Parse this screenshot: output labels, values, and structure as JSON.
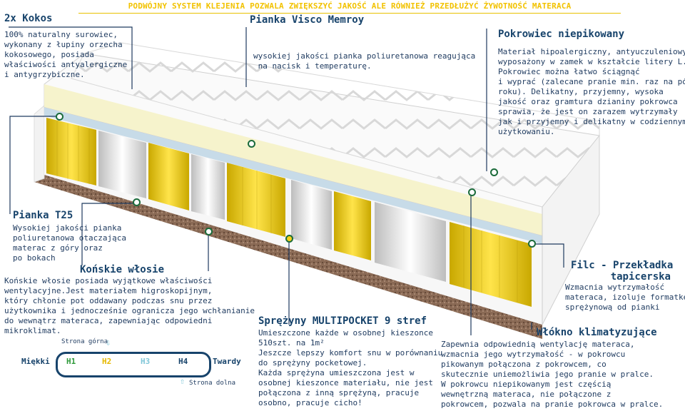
{
  "banner": "PODWÓJNY SYSTEM KLEJENIA POZWALA ZWIĘKSZYĆ JAKOŚĆ ALE RÓWNIEŻ PRZEDŁUŻYĆ ŻYWOTNOŚĆ MATERACA",
  "kokos": {
    "title": "2x Kokos",
    "lines": [
      "100% naturalny surowiec,",
      "wykonany z łupiny orzecha",
      "kokosowego, posiada",
      "właściwości antyalergiczne",
      "i antygrzybiczne."
    ]
  },
  "visco": {
    "title": "Pianka Visco Memroy",
    "lines": [
      "wysokiej jakości pianka poliuretanowa reagująca",
      " na nacisk i temperaturę."
    ]
  },
  "pokrowiec": {
    "title": "Pokrowiec niepikowany",
    "lines": [
      "Materiał hipoalergiczny, antyuczuleniowy,",
      "wyposażony w zamek w kształcie litery L.",
      "Pokrowiec można łatwo ściągnąć",
      "i wyprać (zalecane pranie min. raz na pół",
      "roku). Delikatny, przyjemny, wysoka",
      "jakość oraz gramtura dzianiny pokrowca",
      "sprawia, że jest on zarazem wytrzymały",
      "jak i przyjemny i delikatny w codziennym",
      "użytkowaniu."
    ]
  },
  "t25": {
    "title": "Pianka T25",
    "lines": [
      "Wysokiej jakości pianka",
      "poliuretanowa otaczająca",
      "materac z góry oraz",
      "po bokach"
    ]
  },
  "wlosie": {
    "title": "Końskie włosie",
    "lines": [
      "Końskie włosie posiada wyjątkowe właściwości",
      "wentylacyjne.Jest materiałem higroskopijnym,",
      "który chłonie pot oddawany podczas snu przez",
      "użytkownika i jednocześnie ogranicza jego wchłanianie",
      "do wewnątrz materaca, zapewniając odpowiedni",
      "mikroklimat."
    ]
  },
  "sprezyny": {
    "title": "Sprężyny MULTIPOCKET 9 stref",
    "lines": [
      "Umieszczone każde w osobnej kieszonce",
      "510szt. na 1m²",
      "Jeszcze lepszy komfort snu w porównaniu",
      "do sprężyny pocketowej.",
      "Każda sprężyna umieszczona jest w",
      "osobnej kieszonce materiału, nie jest",
      "połączona z inną sprężyną, pracuje",
      "osobno, pracuje cicho!"
    ]
  },
  "filc": {
    "title_line1": "Filc - Przekładka",
    "title_line2": "tapicerska",
    "lines": [
      "Wzmacnia wytrzymałość",
      "materaca, izoluje formatkę",
      "sprężynową od pianki"
    ]
  },
  "wlokno": {
    "title": "Włókno klimatyzujące",
    "lines": [
      "Zapewnia odpowiednią wentylację materaca,",
      "wzmacnia jego wytrzymałość - w pokrowcu",
      "pikowanym połączona z pokrowcem, co",
      "skutecznie uniemożliwia jego pranie w pralce.",
      "W pokrowcu niepikowanym jest częścią",
      "wewnętrzną materaca, nie połączone z",
      "pokrowcem, pozwala na pranie pokrowca w pralce."
    ]
  },
  "scale": {
    "top_side": "Strona górna",
    "bottom_side": "Strona dolna",
    "soft": "Miękki",
    "hard": "Twardy",
    "levels": [
      {
        "label": "H1",
        "color": "#2e9a3a"
      },
      {
        "label": "H2",
        "color": "#e6b800"
      },
      {
        "label": "H3",
        "color": "#7fc6d8"
      },
      {
        "label": "H4",
        "color": "#17436b"
      }
    ]
  },
  "colors": {
    "title": "#17436b",
    "text": "#1e3a5f",
    "spring_yellow": "#f2d21f",
    "spring_white": "#e8e8e8",
    "leader_line": "#1e3a5f",
    "banner": "#f2c200"
  }
}
